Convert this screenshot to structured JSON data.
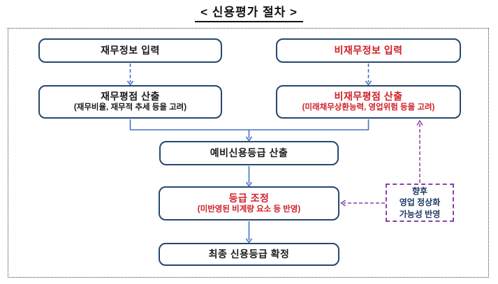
{
  "title": "< 신용평가 절차 >",
  "colors": {
    "box_border_navy": "#26486e",
    "arrow_blue": "#4472c4",
    "emphasis_red": "#d02028",
    "text_black": "#1a1a1a",
    "dashed_purple": "#8b3fa8",
    "note_text_navy": "#1f3864"
  },
  "flow": {
    "financial_input": {
      "label": "재무정보 입력"
    },
    "nonfinancial_input": {
      "label": "비재무정보 입력"
    },
    "financial_score": {
      "label": "재무평점 산출",
      "sub": "(재무비율, 재무적 추세 등을 고려)"
    },
    "nonfinancial_score": {
      "label": "비재무평점 산출",
      "sub": "(미래채무상환능력, 영업위험 등을 고려)"
    },
    "preliminary_rating": {
      "label": "예비신용등급 산출"
    },
    "rating_adjustment": {
      "label": "등급 조정",
      "sub": "(미반영된 비계량 요소 등 반영)"
    },
    "final_rating": {
      "label": "최종 신용등급 확정"
    },
    "future_note": {
      "lines": [
        "향후",
        "영업 정상화",
        "가능성 반영"
      ]
    }
  }
}
